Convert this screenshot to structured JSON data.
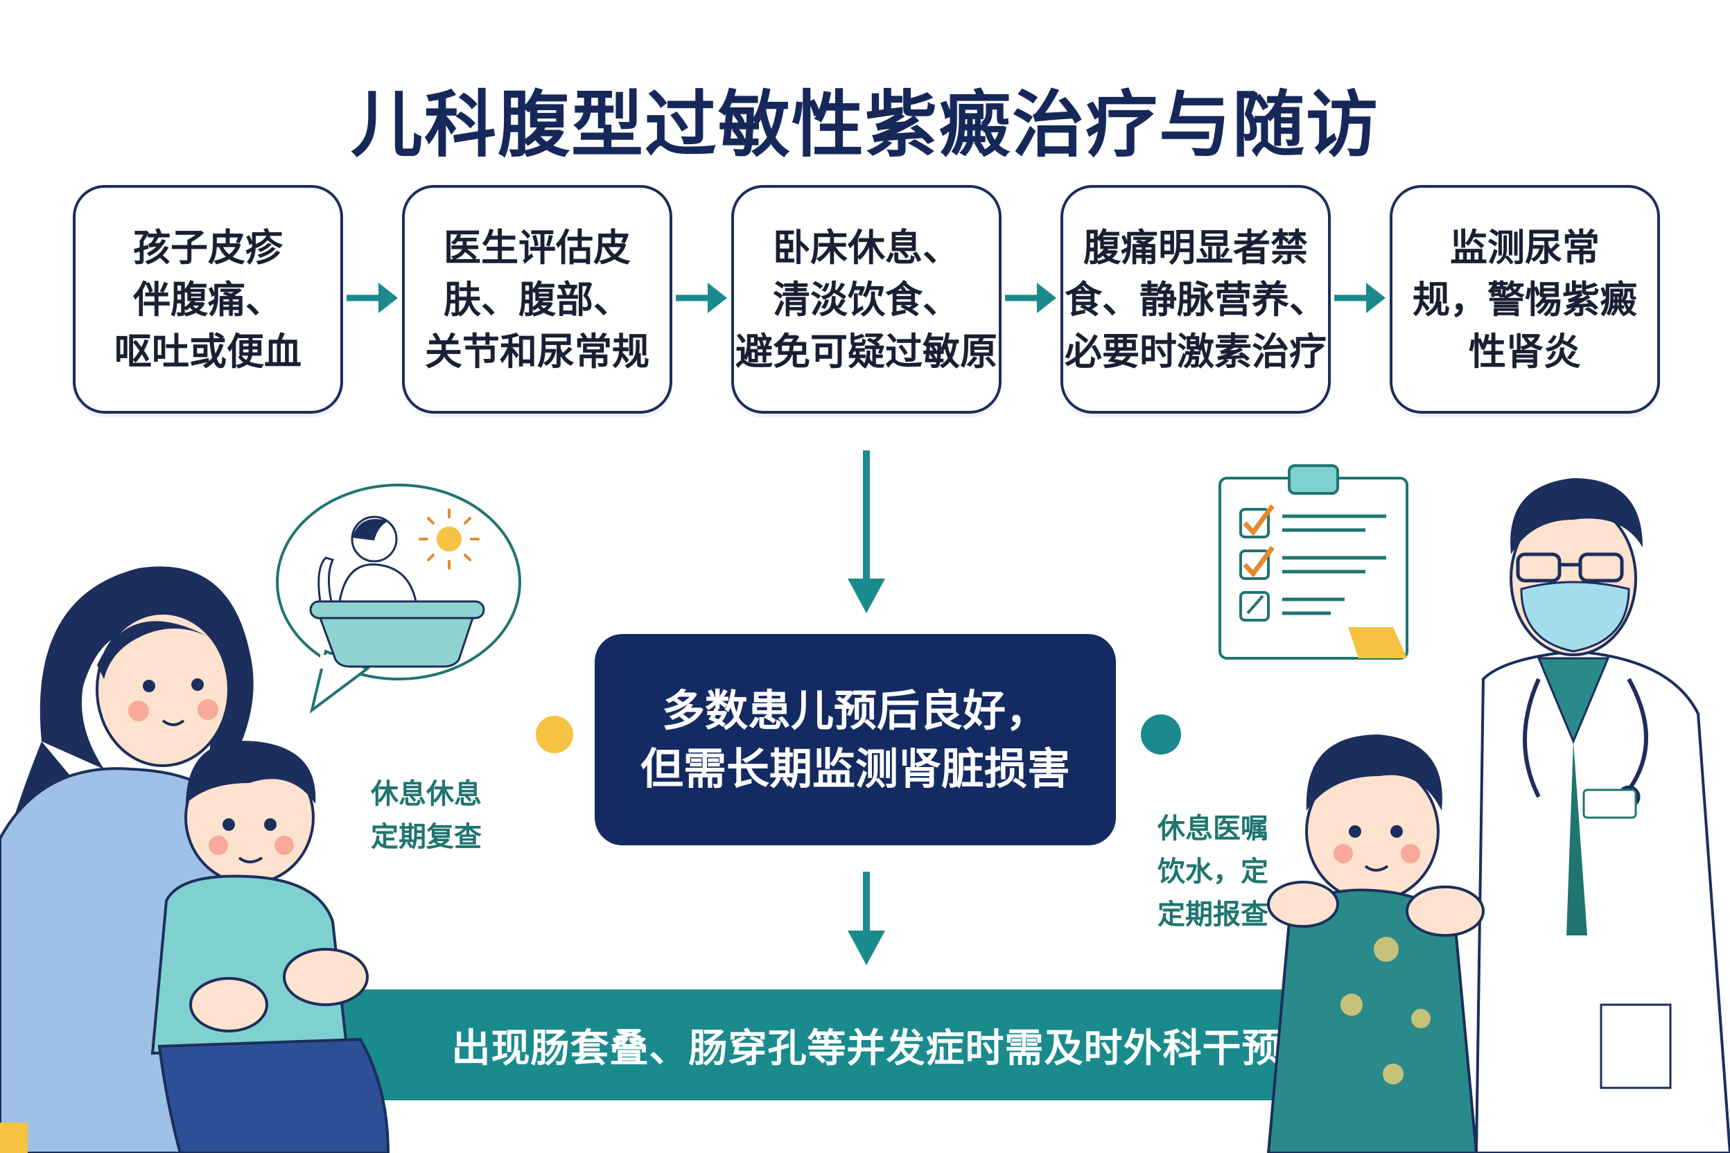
{
  "title": "儿科腹型过敏性紫癜治疗与随访",
  "steps": [
    {
      "text": "孩子皮疹\n伴腹痛、\n呕吐或便血"
    },
    {
      "text": "医生评估皮\n肤、腹部、\n关节和尿常规"
    },
    {
      "text": "卧床休息、\n清淡饮食、\n避免可疑过敏原"
    },
    {
      "text": "腹痛明显者禁\n食、静脉营养、\n必要时激素治疗"
    },
    {
      "text": "监测尿常\n规，警惕紫癜\n性肾炎"
    }
  ],
  "center": {
    "text": "多数患儿预后良好，\n但需长期监测肾脏损害"
  },
  "banner": {
    "text": "出现肠套叠、肠穿孔等并发症时需及时外科干预"
  },
  "left_note": {
    "text": "休息休息\n定期复查"
  },
  "right_note": {
    "text": "休息医嘱\n饮水，定\n定期报查"
  },
  "colors": {
    "navy": "#142a62",
    "teal": "#1a8a8d",
    "accent_yellow": "#f5c242",
    "accent_orange": "#e38a2e"
  },
  "icons": [
    "arrow-right-icon",
    "arrow-down-icon",
    "clipboard-icon",
    "checkmark-icon",
    "bathtub-icon",
    "sun-icon",
    "speech-bubble-icon",
    "stethoscope-icon"
  ]
}
